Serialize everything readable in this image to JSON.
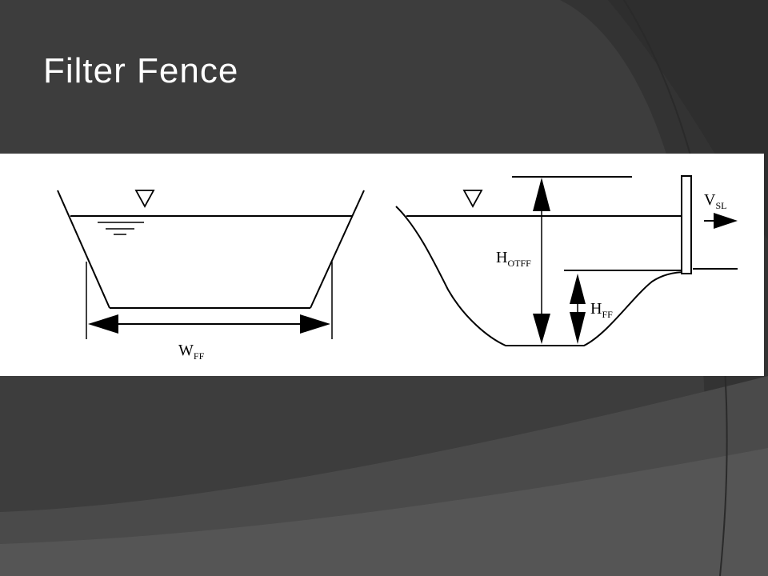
{
  "slide": {
    "title": "Filter Fence"
  },
  "diagram": {
    "cross_section_left": {
      "width_label_main": "W",
      "width_label_sub": "FF"
    },
    "cross_section_right": {
      "overtop_label_main": "H",
      "overtop_label_sub": "OTFF",
      "fence_height_label_main": "H",
      "fence_height_label_sub": "FF",
      "velocity_label_main": "V",
      "velocity_label_sub": "SL"
    }
  },
  "colors": {
    "background": "#3d3d3d",
    "swoosh_dark": "#2e2e2e",
    "swoosh_light": "#4a4a4a",
    "title_text": "#ffffff",
    "panel": "#ffffff",
    "lines": "#000000"
  }
}
